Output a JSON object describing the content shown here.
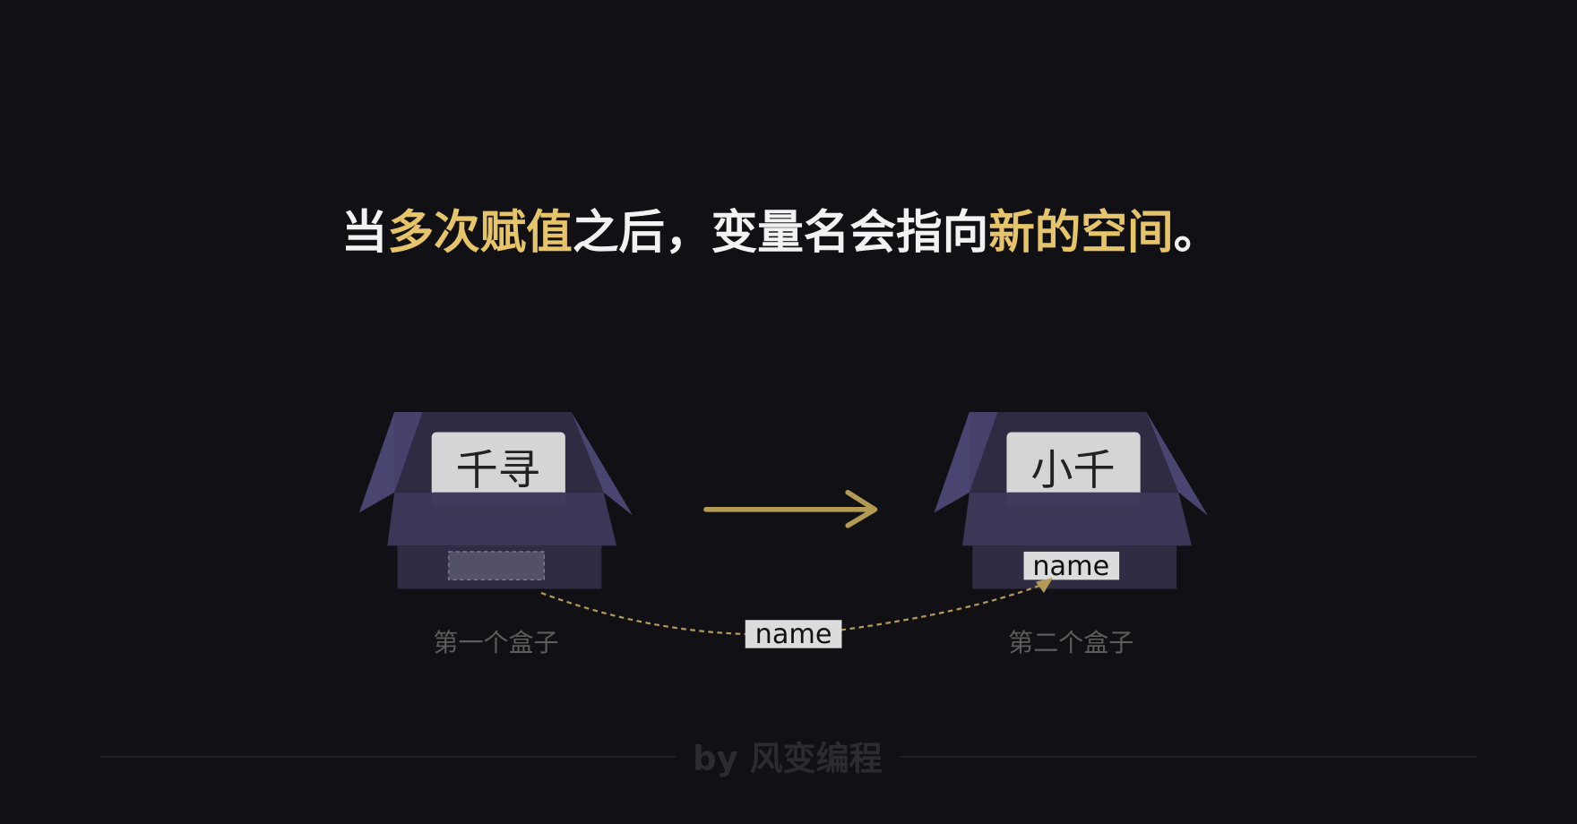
{
  "title": {
    "segments": [
      {
        "text": "当",
        "highlight": false
      },
      {
        "text": "多次赋值",
        "highlight": true
      },
      {
        "text": "之后，变量名会指向",
        "highlight": false
      },
      {
        "text": "新的空间",
        "highlight": true
      },
      {
        "text": "。",
        "highlight": false
      }
    ]
  },
  "boxes": [
    {
      "value_label": "千寻",
      "caption": "第一个盒子"
    },
    {
      "value_label": "小千",
      "caption": "第二个盒子",
      "variable_label": "name"
    }
  ],
  "moving_variable_label": "name",
  "footer": {
    "credit": "by 风变编程"
  },
  "colors": {
    "background": "#111015",
    "highlight": "#e6c46a",
    "text": "#f2f2f2",
    "arrow": "#b39a55",
    "box": "#3d3856",
    "caption": "#5c5c5c"
  }
}
